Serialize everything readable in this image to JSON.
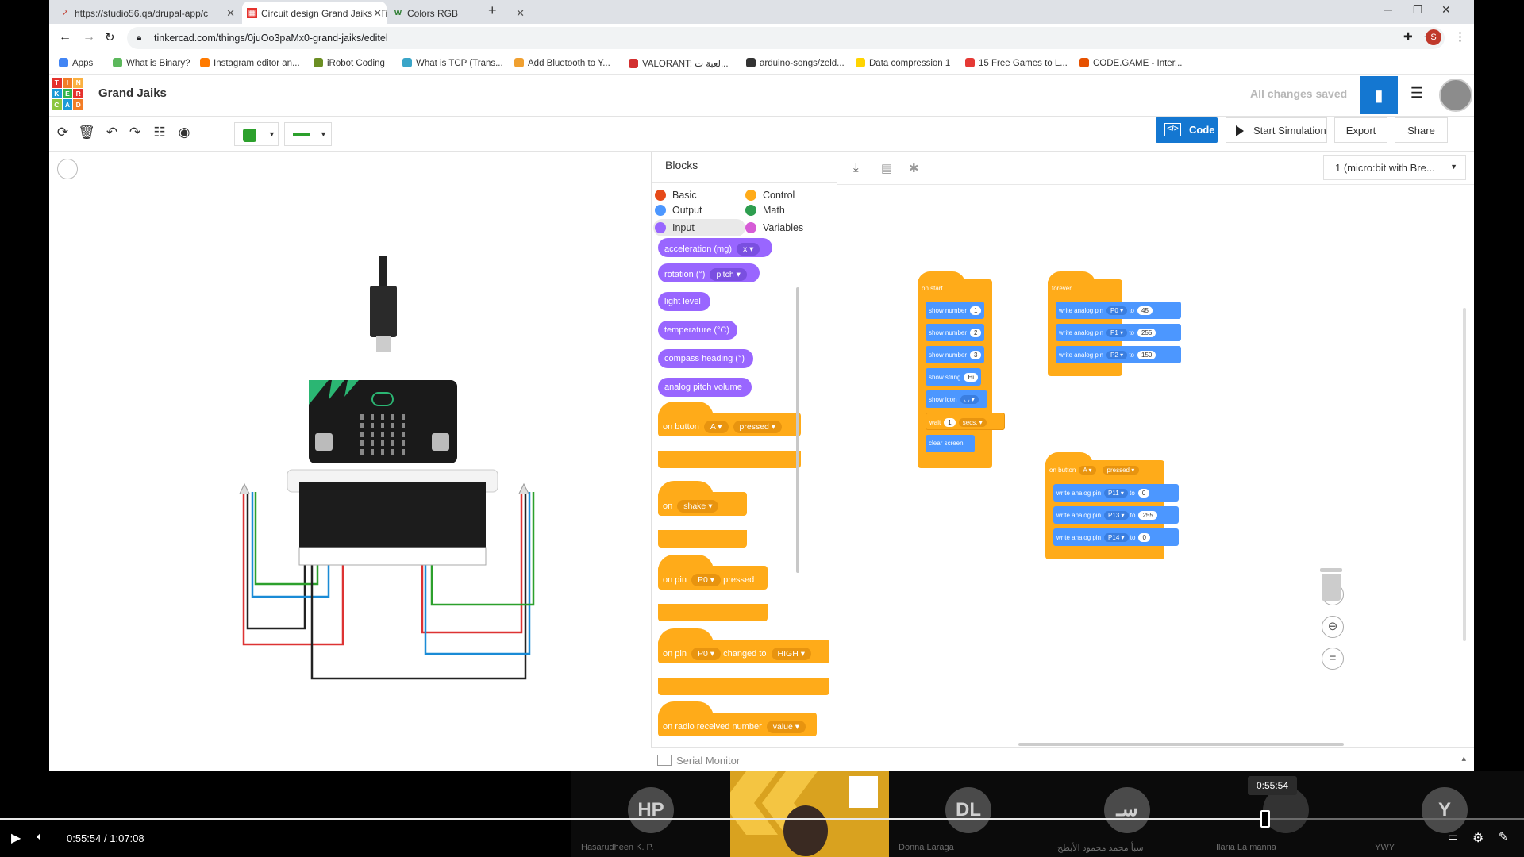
{
  "browser": {
    "tabs": [
      {
        "title": "https://studio56.qa/drupal-app/c"
      },
      {
        "title": "Circuit design Grand Jaiks | Tinke"
      },
      {
        "title": "Colors RGB"
      }
    ],
    "new_tab": "+",
    "url": "tinkercad.com/things/0juOo3paMx0-grand-jaiks/editel",
    "profile_initial": "S",
    "bookmarks": [
      {
        "label": "Apps",
        "color": "#4285f4"
      },
      {
        "label": "What is Binary?",
        "color": "#5cb85c"
      },
      {
        "label": "Instagram editor an...",
        "color": "#ff7a00"
      },
      {
        "label": "iRobot Coding",
        "color": "#6b8e23"
      },
      {
        "label": "What is TCP (Trans...",
        "color": "#3aa5c8"
      },
      {
        "label": "Add Bluetooth to Y...",
        "color": "#f0a030"
      },
      {
        "label": "VALORANT: لعبة ت...",
        "color": "#d32f2f"
      },
      {
        "label": "arduino-songs/zeld...",
        "color": "#333333"
      },
      {
        "label": "Data compression 1",
        "color": "#ffd400"
      },
      {
        "label": "15 Free Games to L...",
        "color": "#e53935"
      },
      {
        "label": "CODE.GAME - Inter...",
        "color": "#e65100"
      }
    ]
  },
  "app": {
    "logo_letters": [
      "T",
      "I",
      "N",
      "K",
      "E",
      "R",
      "C",
      "A",
      "D"
    ],
    "logo_colors": [
      "#e5322d",
      "#f27d26",
      "#fbb040",
      "#1b9ad6",
      "#31b44b",
      "#e5322d",
      "#8dc63f",
      "#1b9ad6",
      "#f27d26"
    ],
    "design_title": "Grand Jaiks",
    "save_status": "All changes saved",
    "accent": "#1477d1"
  },
  "toolbar": {
    "code_label": "Code",
    "start_sim_label": "Start Simulation",
    "export_label": "Export",
    "share_label": "Share"
  },
  "blocks_panel": {
    "title": "Blocks",
    "categories": [
      {
        "label": "Basic",
        "color": "#e64a19"
      },
      {
        "label": "Control",
        "color": "#ffab19"
      },
      {
        "label": "Output",
        "color": "#4c97ff"
      },
      {
        "label": "Math",
        "color": "#2e9e4f"
      },
      {
        "label": "Input",
        "color": "#9966ff"
      },
      {
        "label": "Variables",
        "color": "#d65cd6"
      }
    ],
    "input_blocks": [
      {
        "label": "acceleration (mg)",
        "dropdown": "x"
      },
      {
        "label": "rotation (°)",
        "dropdown": "pitch"
      },
      {
        "label": "light level",
        "dropdown": ""
      },
      {
        "label": "temperature (°C)",
        "dropdown": ""
      },
      {
        "label": "compass heading (°)",
        "dropdown": ""
      },
      {
        "label": "analog pitch volume",
        "dropdown": ""
      }
    ],
    "event_blocks": [
      {
        "prefix": "on button",
        "opt1": "A",
        "opt2": "pressed",
        "suffix": ""
      },
      {
        "prefix": "on",
        "opt1": "shake",
        "opt2": "",
        "suffix": ""
      },
      {
        "prefix": "on pin",
        "opt1": "P0",
        "opt2": "",
        "suffix": "pressed"
      },
      {
        "prefix": "on pin",
        "opt1": "P0",
        "opt2": "HIGH",
        "suffix": "changed to"
      },
      {
        "prefix": "on radio received number",
        "opt1": "value",
        "opt2": "",
        "suffix": ""
      }
    ]
  },
  "workspace": {
    "device": "1 (micro:bit with Bre...",
    "on_start": {
      "label": "on start",
      "statements": [
        {
          "text": "show number",
          "value": "1"
        },
        {
          "text": "show number",
          "value": "2"
        },
        {
          "text": "show number",
          "value": "3"
        },
        {
          "text": "show string",
          "value": "Hi"
        },
        {
          "text": "show icon",
          "value": ""
        },
        {
          "text": "wait",
          "value": "1",
          "unit": "secs."
        },
        {
          "text": "clear screen",
          "value": ""
        }
      ]
    },
    "forever": {
      "label": "forever",
      "statements": [
        {
          "pin": "P0",
          "value": "45"
        },
        {
          "pin": "P1",
          "value": "255"
        },
        {
          "pin": "P2",
          "value": "150"
        }
      ]
    },
    "on_button": {
      "label": "on button",
      "button": "A",
      "event": "pressed",
      "statements": [
        {
          "pin": "P11",
          "value": "0"
        },
        {
          "pin": "P13",
          "value": "255"
        },
        {
          "pin": "P14",
          "value": "0"
        }
      ]
    },
    "write_label": "write analog pin",
    "to_label": "to"
  },
  "serial_monitor": "Serial Monitor",
  "player": {
    "current": "0:55:54",
    "separator": "/",
    "duration": "1:07:08",
    "tooltip": "0:55:54",
    "progress_pct": 83.3,
    "participants": [
      {
        "initials": "HP",
        "name": "Hasarudheen K. P."
      },
      {
        "initials": "",
        "name": ""
      },
      {
        "initials": "DL",
        "name": "Donna Laraga"
      },
      {
        "initials": "سـ",
        "name": "سبأ محمد محمود الأبطح"
      },
      {
        "initials": "",
        "name": "Ilaria  La manna"
      },
      {
        "initials": "Y",
        "name": "YWY"
      }
    ]
  }
}
